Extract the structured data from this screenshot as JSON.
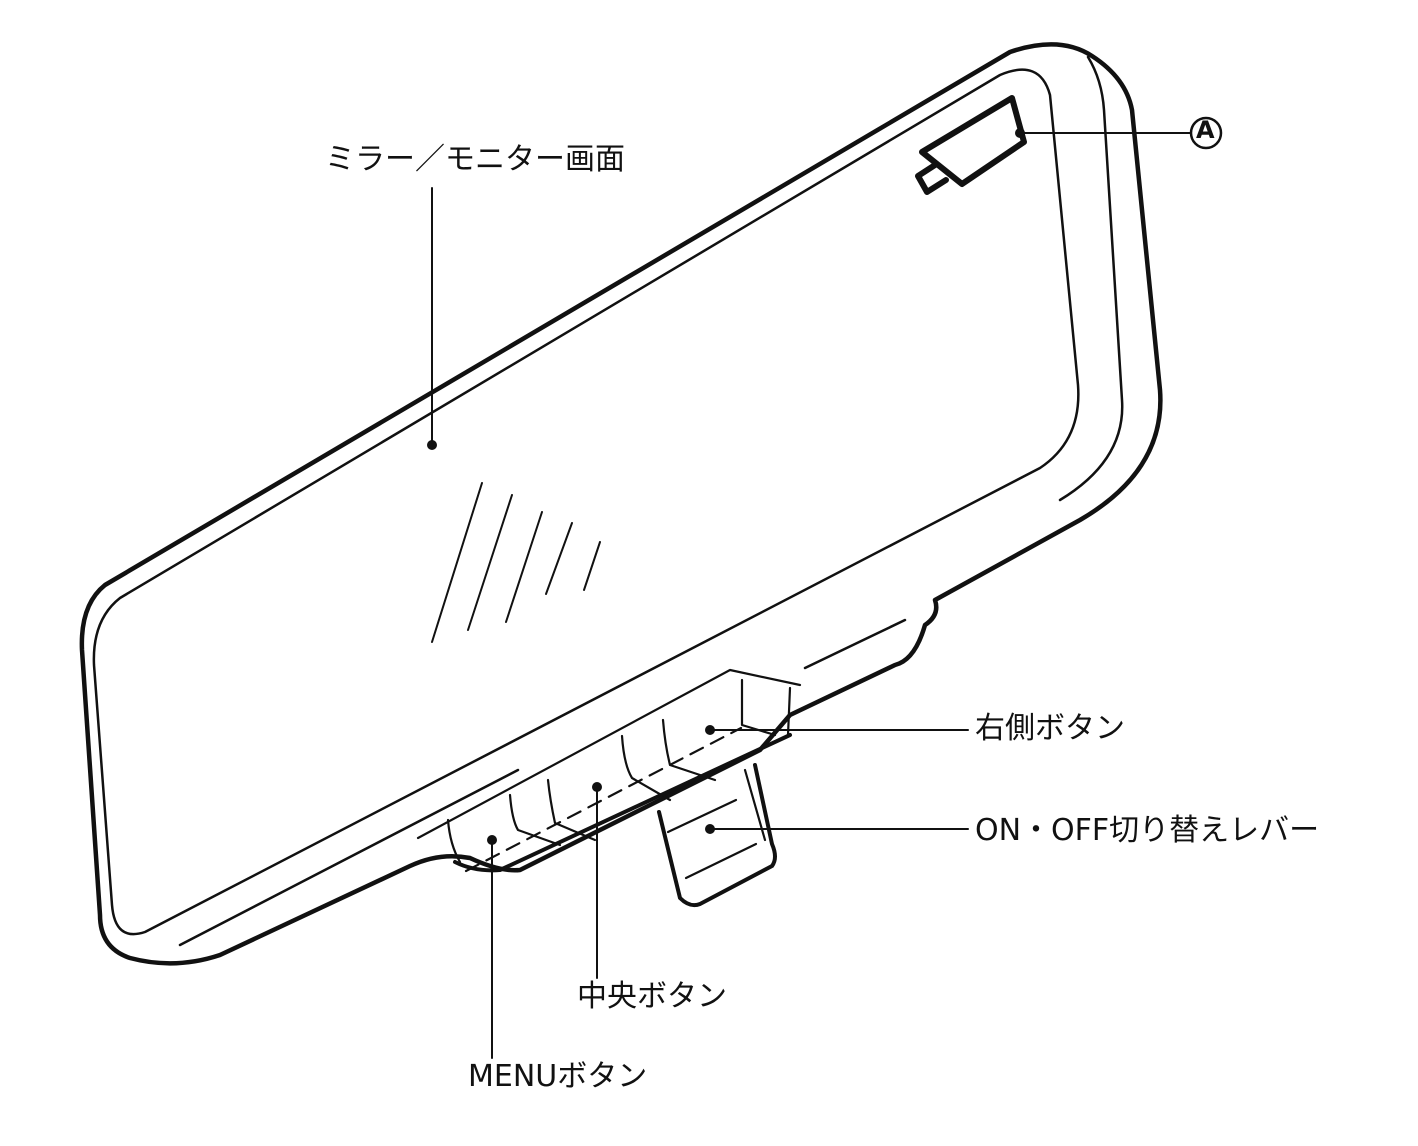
{
  "diagram": {
    "labels": {
      "screen": "ミラー／モニター画面",
      "marker_a": "A",
      "right_button": "右側ボタン",
      "power_lever": "ON・OFF切り替えレバー",
      "center_button": "中央ボタン",
      "menu_button": "MENUボタン"
    }
  }
}
